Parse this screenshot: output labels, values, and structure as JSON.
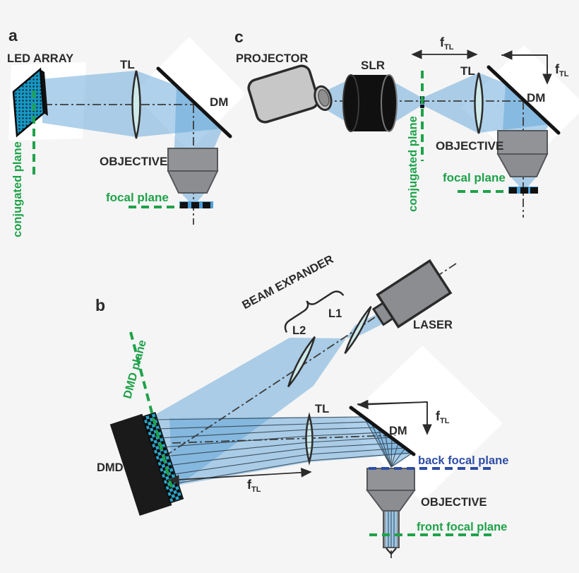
{
  "colors": {
    "background": "#f5f5f5",
    "beam_blue": "#5fa3d8",
    "lens_fill": "#cfe9e9",
    "accent_green": "#1fa24a",
    "focal_blue": "#2f4da6",
    "ink": "#2b2a2a",
    "led_teal": "#1798c4",
    "dmd_teal": "#2aa5c8",
    "component_gray": "#919396"
  },
  "labels": {
    "f_symbol": "f",
    "f_subscript": "TL"
  },
  "panel_a": {
    "letter": "a",
    "led_array": "LED ARRAY",
    "tl": "TL",
    "dm": "DM",
    "objective": "OBJECTIVE",
    "conjugated_plane": "conjugated plane",
    "focal_plane": "focal plane"
  },
  "panel_b": {
    "letter": "b",
    "beam_expander": "BEAM EXPANDER",
    "l1": "L1",
    "l2": "L2",
    "laser": "LASER",
    "dmd": "DMD",
    "dmd_plane": "DMD plane",
    "tl": "TL",
    "dm": "DM",
    "back_focal_plane": "back focal plane",
    "objective": "OBJECTIVE",
    "front_focal_plane": "front focal plane"
  },
  "panel_c": {
    "letter": "c",
    "projector": "PROJECTOR",
    "slr": "SLR",
    "tl": "TL",
    "dm": "DM",
    "objective": "OBJECTIVE",
    "conjugated_plane": "conjugated plane",
    "focal_plane": "focal plane"
  }
}
